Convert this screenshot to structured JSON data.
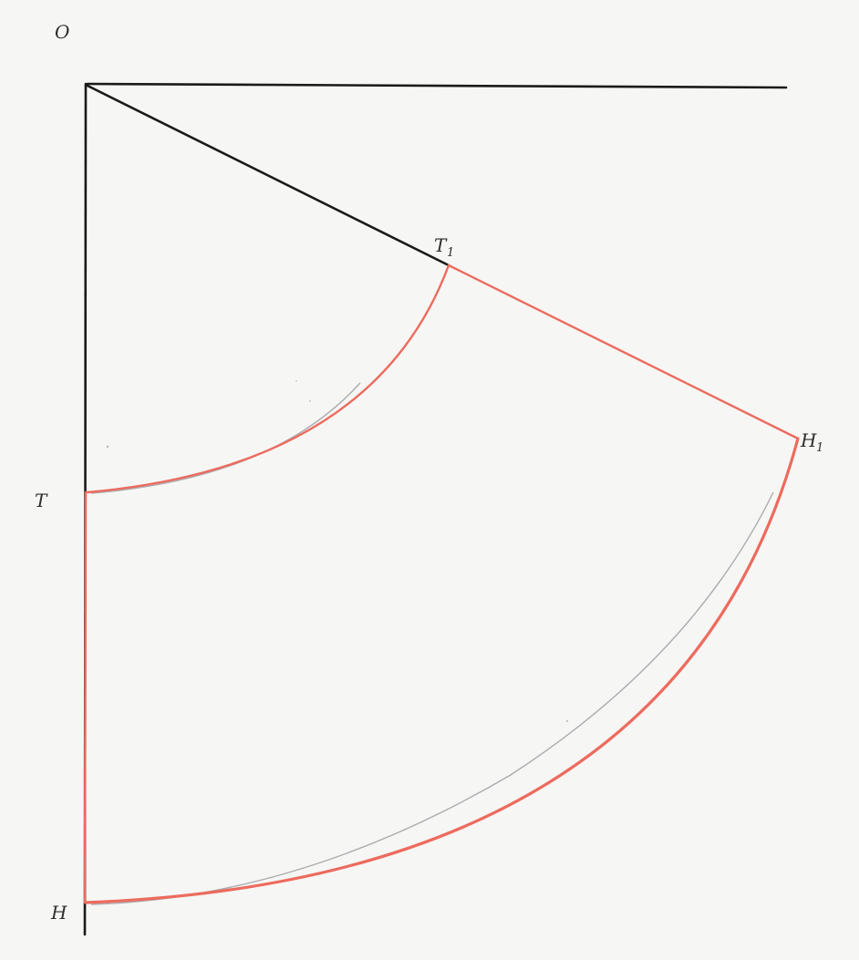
{
  "labels": {
    "O": "O",
    "T": "T",
    "T1": "T",
    "T1_sub": "1",
    "H": "H",
    "H1": "H",
    "H1_sub": "1"
  },
  "colors": {
    "ink": "#1a1a1a",
    "pattern_outline": "#ec6b5e",
    "paper": "#f6f6f4"
  }
}
